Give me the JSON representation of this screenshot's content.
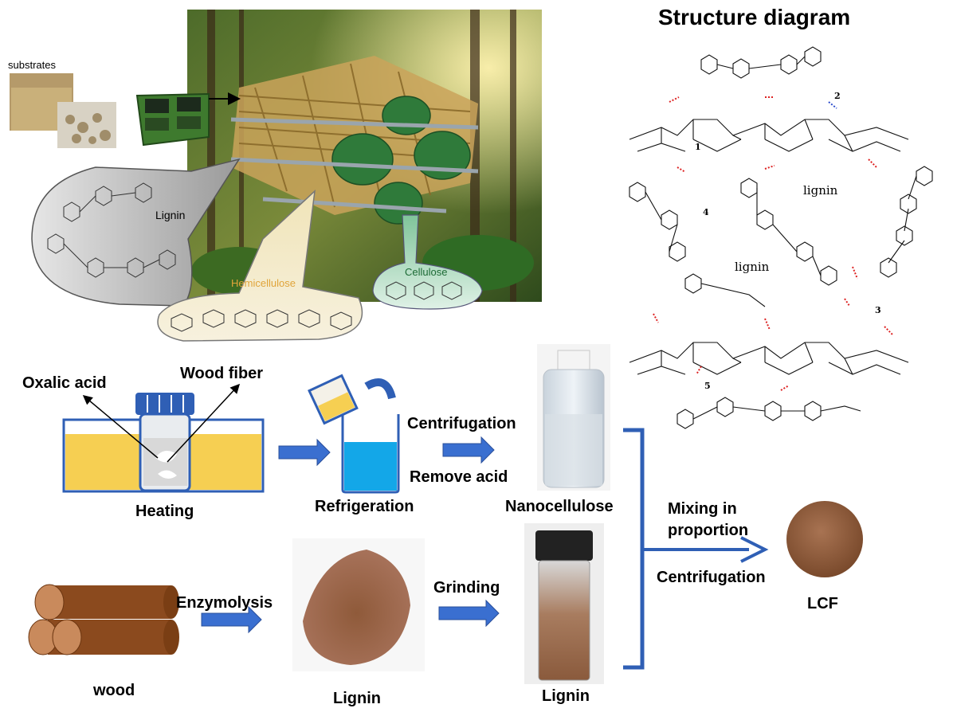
{
  "top_section": {
    "substrates_label": "substrates",
    "lignin_label": "Lignin",
    "hemicellulose_label": "Hemicellulose",
    "cellulose_label": "Cellulose"
  },
  "structure": {
    "title": "Structure diagram",
    "lignin_label_1": "lignin",
    "lignin_label_2": "lignin",
    "bond_numbers": [
      "1",
      "2",
      "3",
      "4",
      "5"
    ]
  },
  "process": {
    "oxalic_acid": "Oxalic acid",
    "wood_fiber": "Wood fiber",
    "heating": "Heating",
    "refrigeration": "Refrigeration",
    "centrifugation_1": "Centrifugation",
    "remove_acid": "Remove acid",
    "nanocellulose": "Nanocellulose",
    "mixing": "Mixing in\nproportion",
    "centrifugation_2": "Centrifugation",
    "lcf": "LCF",
    "wood": "wood",
    "enzymolysis": "Enzymolysis",
    "lignin_powder": "Lignin",
    "grinding": "Grinding",
    "lignin_bottle": "Lignin"
  },
  "colors": {
    "arrow_blue": "#3a6fd0",
    "bracket_blue": "#2f5fb5",
    "acid_yellow": "#f6cf52",
    "water_blue": "#13a7e8",
    "wood_brown": "#8b4a1e",
    "lcf_brown": "#8a5a3c"
  }
}
